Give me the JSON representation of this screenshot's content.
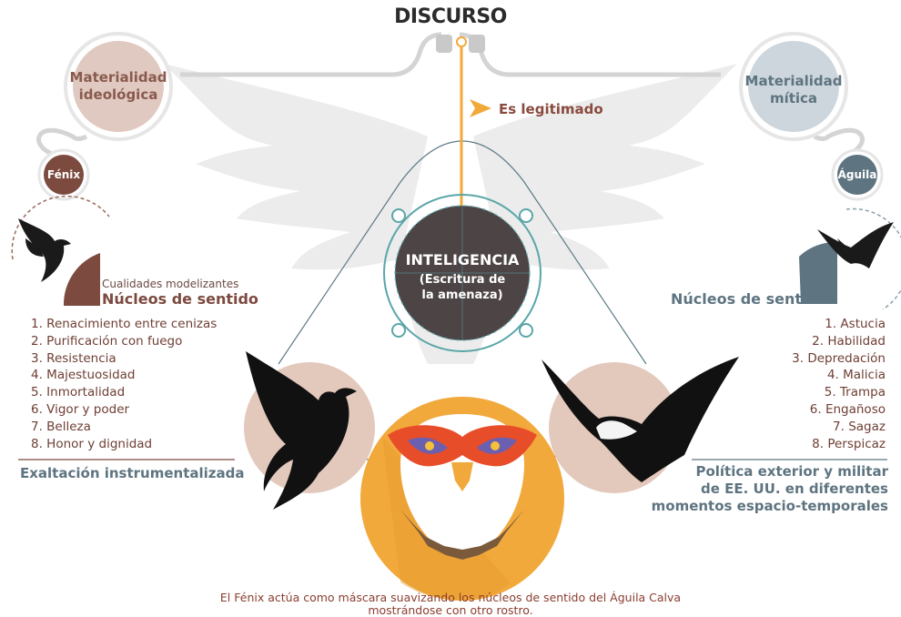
{
  "title": "DISCURSO",
  "left_top_circle": {
    "line1": "Materialidad",
    "line2": "ideológica"
  },
  "right_top_circle": {
    "line1": "Materialidad",
    "line2": "mítica"
  },
  "left_small_circle": "Fénix",
  "right_small_circle": "Águila",
  "legitimado": "Es legitimado",
  "center": {
    "line1": "INTELIGENCIA",
    "line2": "(Escritura de",
    "line3": "la amenaza)"
  },
  "left": {
    "subheading": "Cualidades modelizantes",
    "heading": "Núcleos de sentido",
    "items": [
      "1. Renacimiento entre cenizas",
      "2. Purificación con fuego",
      "3. Resistencia",
      "4. Majestuosidad",
      "5. Inmortalidad",
      "6. Vigor y poder",
      "7. Belleza",
      "8. Honor y dignidad"
    ],
    "conclusion": "Exaltación instrumentalizada"
  },
  "right": {
    "heading": "Núcleos de sentido",
    "items": [
      "1. Astucia",
      "2. Habilidad",
      "3. Depredación",
      "4. Malicia",
      "5. Trampa",
      "6. Engañoso",
      "7. Sagaz",
      "8. Perspicaz"
    ],
    "conclusion": [
      "Política exterior y militar",
      "de EE. UU. en diferentes",
      "momentos espacio-temporales"
    ]
  },
  "caption": [
    "El Fénix actúa como máscara suavizando los núcleos de sentido del Águila Calva",
    "mostrándose con otro rostro."
  ],
  "colors": {
    "phoenix": "#7c4a3f",
    "eagle": "#5e7480",
    "accent": "#f2a93b",
    "teal": "#5aa6a8",
    "center": "#4d4445",
    "text_brown": "#6e3e34"
  }
}
